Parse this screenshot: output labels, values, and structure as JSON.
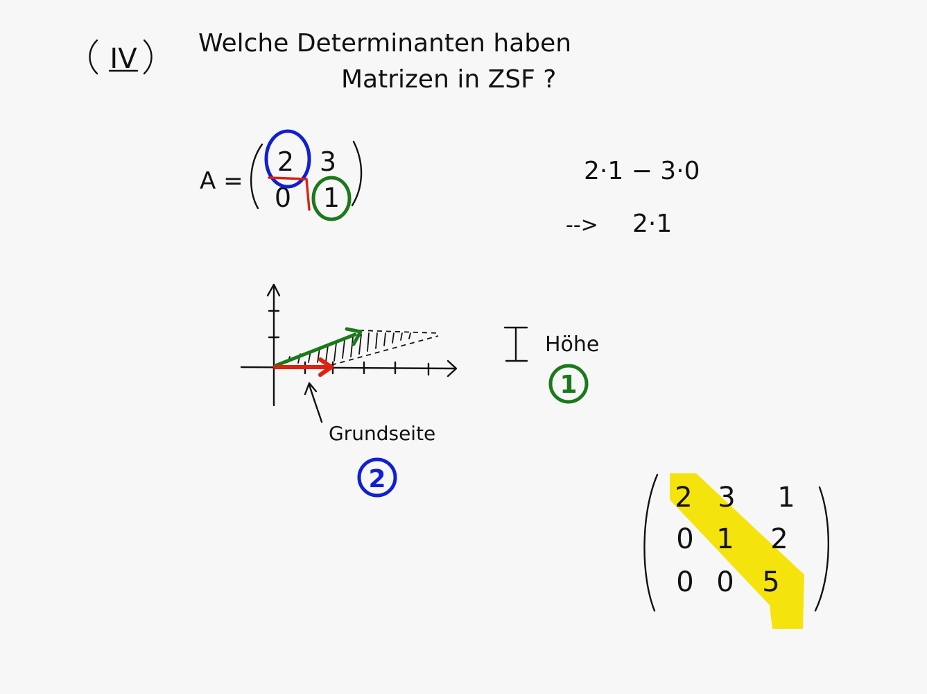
{
  "heading": {
    "number": "IV",
    "line1": "Welche Determinanten haben",
    "line2": "Matrizen in ZSF ?"
  },
  "matrix_a": {
    "label": "A =",
    "cells": [
      "2",
      "3",
      "0",
      "1"
    ]
  },
  "calculation": {
    "line1": "2·1 − 3·0",
    "arrow": "-->",
    "line2": "2·1"
  },
  "sketch": {
    "base_label": "Grundseite",
    "base_value": "2",
    "height_label": "Höhe",
    "height_value": "1"
  },
  "matrix_b": {
    "cells": [
      "2",
      "3",
      "1",
      "0",
      "1",
      "2",
      "0",
      "0",
      "5"
    ]
  },
  "colors": {
    "ink": "#111111",
    "blue": "#1020d0",
    "green": "#1a7a1a",
    "red": "#e02010",
    "highlight": "#f4e200"
  }
}
